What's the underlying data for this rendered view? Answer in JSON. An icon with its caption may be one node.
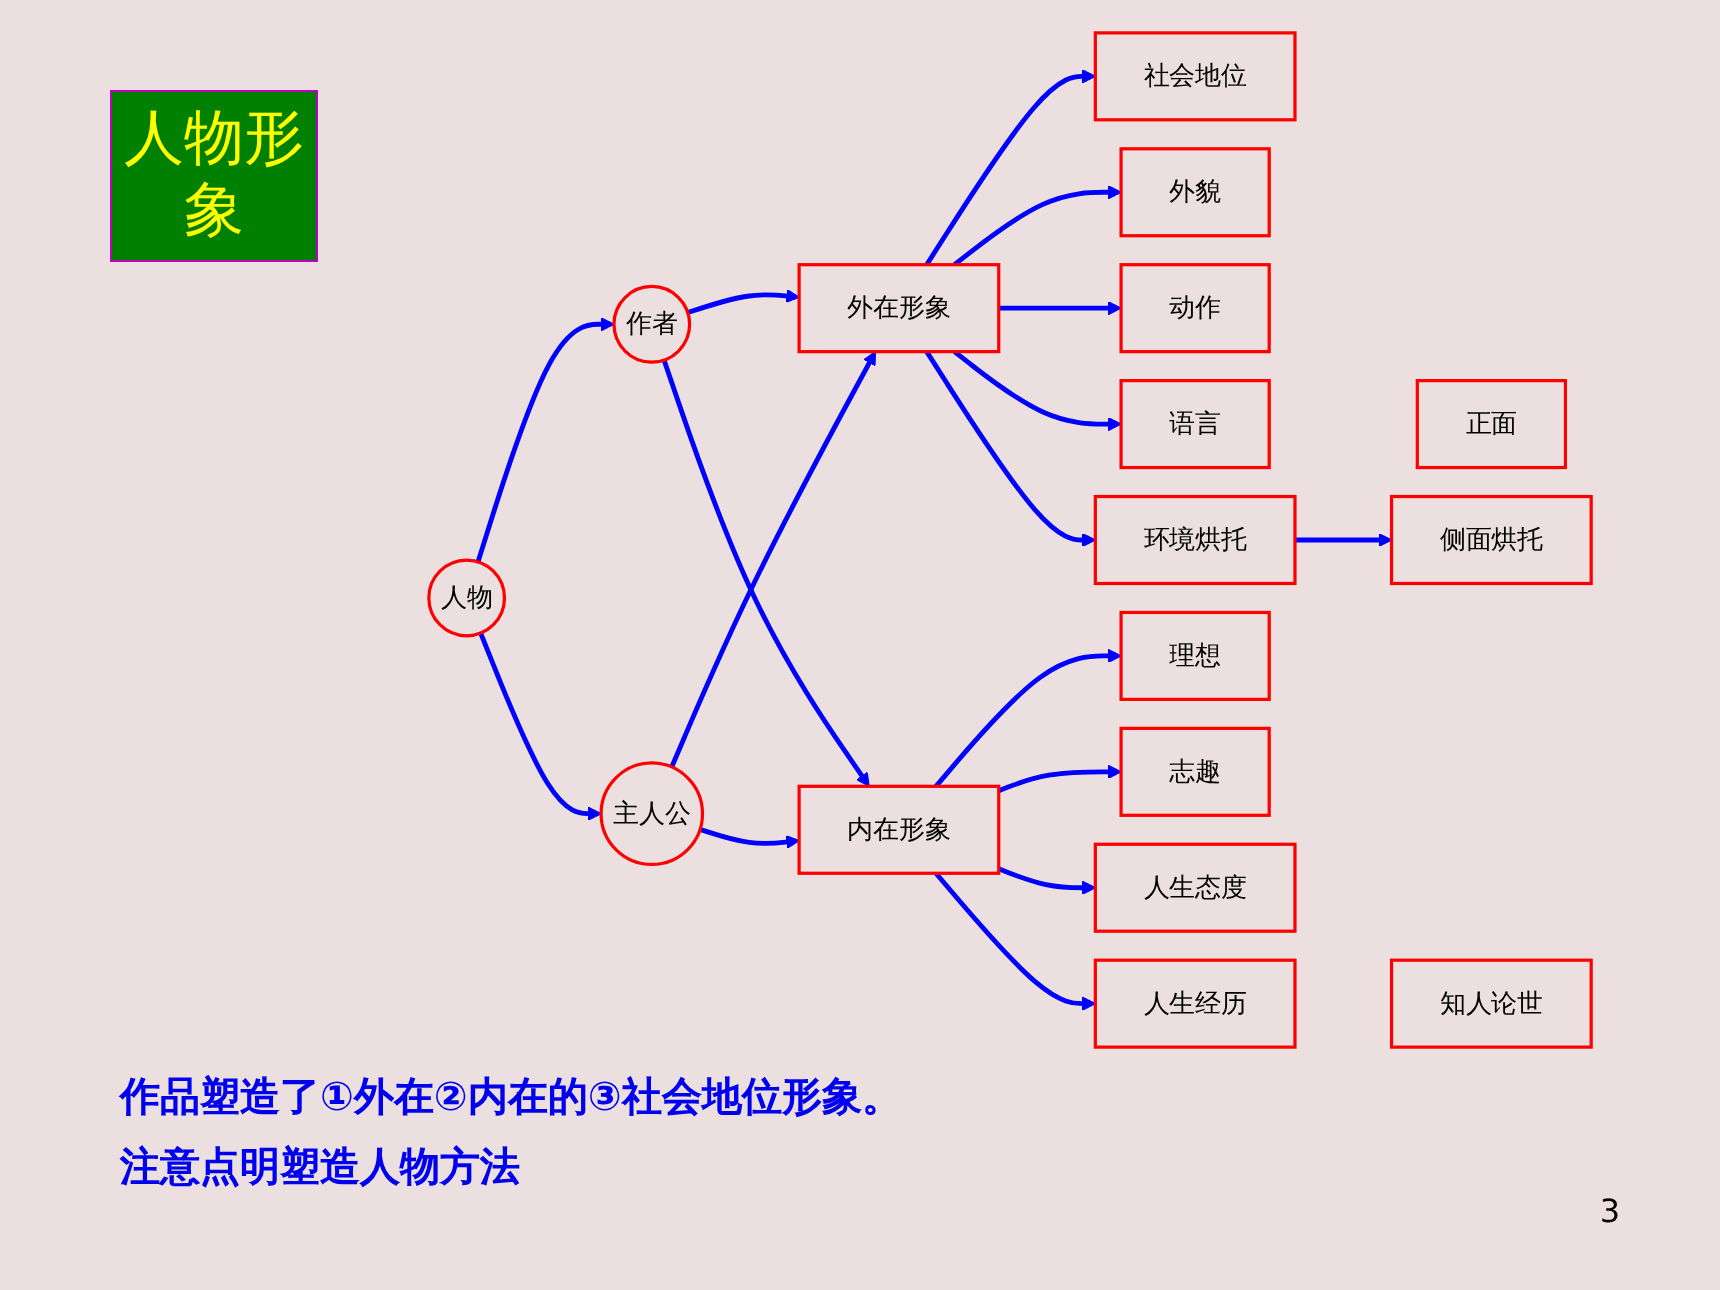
{
  "diagram": {
    "title": "人物形象",
    "nodes": [
      {
        "text": [
          "人物"
        ]
      },
      {
        "text": [
          "作者"
        ]
      },
      {
        "text": [
          "主人公"
        ]
      },
      {
        "text": [
          "外在形象"
        ]
      },
      {
        "text": [
          "内在形象"
        ]
      },
      {
        "text": [
          "社会地位"
        ]
      },
      {
        "text": [
          "外貌"
        ]
      },
      {
        "text": [
          "动作"
        ]
      },
      {
        "text": [
          "语言"
        ]
      },
      {
        "text": [
          "环境烘托"
        ]
      },
      {
        "text": [
          "正面"
        ]
      },
      {
        "text": [
          "侧面烘托"
        ]
      },
      {
        "text": [
          "理想"
        ]
      },
      {
        "text": [
          "志趣"
        ]
      },
      {
        "text": [
          "人生态度"
        ]
      },
      {
        "text": [
          "人生经历"
        ]
      },
      {
        "text": [
          "知人论世"
        ]
      }
    ],
    "edges": [
      {
        "from": 0,
        "to": 1,
        "arrow": "to"
      },
      {
        "from": 0,
        "to": 2,
        "arrow": "to"
      },
      {
        "from": 1,
        "to": 3,
        "arrow": "to"
      },
      {
        "from": 2,
        "to": 3,
        "arrow": "to"
      },
      {
        "from": 1,
        "to": 4,
        "arrow": "to"
      },
      {
        "from": 2,
        "to": 4,
        "arrow": "to"
      },
      {
        "from": 3,
        "to": 5,
        "arrow": "to"
      },
      {
        "from": 3,
        "to": 6,
        "arrow": "to"
      },
      {
        "from": 3,
        "to": 7,
        "arrow": "to"
      },
      {
        "from": 3,
        "to": 8,
        "arrow": "to"
      },
      {
        "from": 3,
        "to": 9,
        "arrow": "to"
      },
      {
        "from": 9,
        "to": 11,
        "arrow": "to"
      },
      {
        "from": 4,
        "to": 12,
        "arrow": "to"
      },
      {
        "from": 4,
        "to": 13,
        "arrow": "to"
      },
      {
        "from": 4,
        "to": 14,
        "arrow": "to"
      },
      {
        "from": 4,
        "to": 15,
        "arrow": "to"
      }
    ],
    "labels": [
      "作品塑造了①外在②内在的③社会地位形象。",
      "注意点明塑造人物方法",
      "3"
    ]
  }
}
